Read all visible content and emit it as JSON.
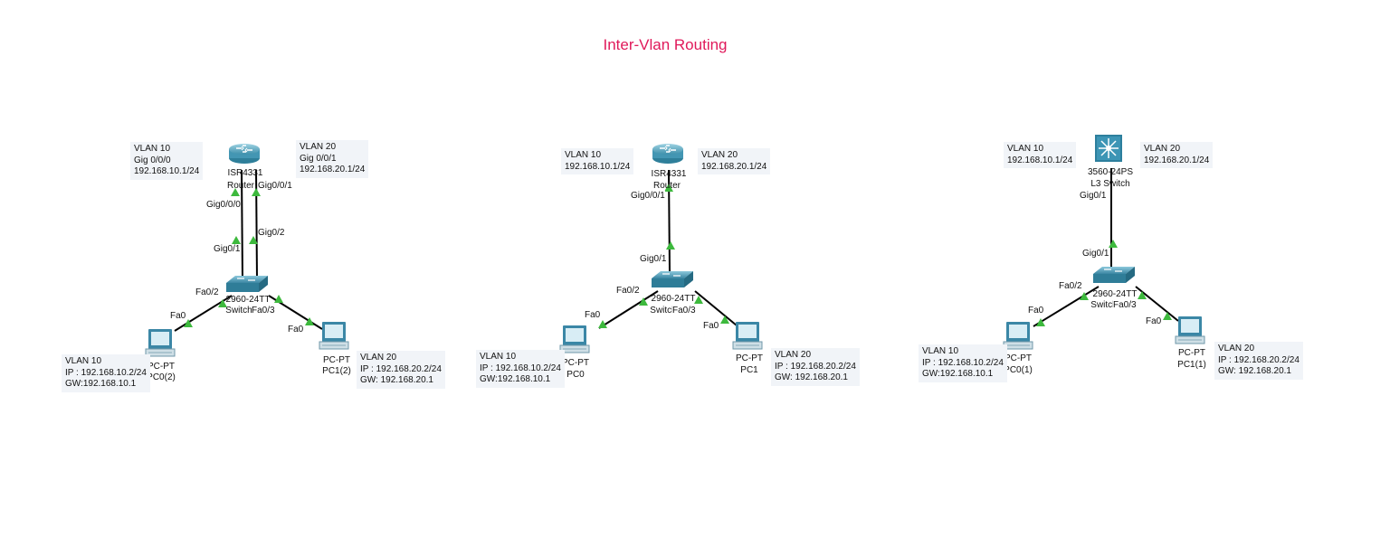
{
  "title": "Inter-Vlan Routing",
  "topology1": {
    "router": {
      "model": "ISR4331",
      "name": "Router"
    },
    "switch": {
      "model": "2960-24TT",
      "name": "Switch"
    },
    "pc_left": {
      "type": "PC-PT",
      "name": "PC0(2)"
    },
    "pc_right": {
      "type": "PC-PT",
      "name": "PC1(2)"
    },
    "ports": {
      "r_left": "Gig0/0/0",
      "r_right": "Gig0/0/1",
      "s_left": "Gig0/1",
      "s_right": "Gig0/2",
      "s_fa2": "Fa0/2",
      "s_fa3": "Fa0/3",
      "pc_left_fa": "Fa0",
      "pc_right_fa": "Fa0"
    },
    "note_router_left": {
      "l1": "VLAN 10",
      "l2": "Gig 0/0/0",
      "l3": "192.168.10.1/24"
    },
    "note_router_right": {
      "l1": "VLAN 20",
      "l2": "Gig 0/0/1",
      "l3": "192.168.20.1/24"
    },
    "note_pc_left": {
      "l1": "VLAN 10",
      "l2": "IP : 192.168.10.2/24",
      "l3": "GW:192.168.10.1"
    },
    "note_pc_right": {
      "l1": "VLAN 20",
      "l2": "IP : 192.168.20.2/24",
      "l3": "GW: 192.168.20.1"
    }
  },
  "topology2": {
    "router": {
      "model": "ISR4331",
      "name": "Router"
    },
    "switch": {
      "model": "2960-24TT",
      "name": "Switch"
    },
    "pc_left": {
      "type": "PC-PT",
      "name": "PC0"
    },
    "pc_right": {
      "type": "PC-PT",
      "name": "PC1"
    },
    "ports": {
      "r_port": "Gig0/0/1",
      "s_port": "Gig0/1",
      "s_fa2": "Fa0/2",
      "s_fa3": "Fa0/3",
      "pc_left_fa": "Fa0",
      "pc_right_fa": "Fa0"
    },
    "note_router_left": {
      "l1": "VLAN 10",
      "l2": "192.168.10.1/24"
    },
    "note_router_right": {
      "l1": "VLAN 20",
      "l2": "192.168.20.1/24"
    },
    "note_pc_left": {
      "l1": "VLAN 10",
      "l2": "IP : 192.168.10.2/24",
      "l3": "GW:192.168.10.1"
    },
    "note_pc_right": {
      "l1": "VLAN 20",
      "l2": "IP : 192.168.20.2/24",
      "l3": "GW: 192.168.20.1"
    }
  },
  "topology3": {
    "l3switch": {
      "model": "3560-24PS",
      "name": "L3 Switch"
    },
    "switch": {
      "model": "2960-24TT",
      "name": "Switch"
    },
    "pc_left": {
      "type": "PC-PT",
      "name": "PC0(1)"
    },
    "pc_right": {
      "type": "PC-PT",
      "name": "PC1(1)"
    },
    "ports": {
      "l3_port": "Gig0/1",
      "s_port": "Gig0/1",
      "s_fa2": "Fa0/2",
      "s_fa3": "Fa0/3",
      "pc_left_fa": "Fa0",
      "pc_right_fa": "Fa0"
    },
    "note_l3_left": {
      "l1": "VLAN 10",
      "l2": "192.168.10.1/24"
    },
    "note_l3_right": {
      "l1": "VLAN 20",
      "l2": "192.168.20.1/24"
    },
    "note_pc_left": {
      "l1": "VLAN 10",
      "l2": "IP : 192.168.10.2/24",
      "l3": "GW:192.168.10.1"
    },
    "note_pc_right": {
      "l1": "VLAN 20",
      "l2": "IP : 192.168.20.2/24",
      "l3": "GW: 192.168.20.1"
    }
  },
  "colors": {
    "title": "#e0195a",
    "link": "#000000",
    "port_up": "#3db93d",
    "device": "#2f8fb0",
    "note_bg": "#f1f4f8"
  }
}
